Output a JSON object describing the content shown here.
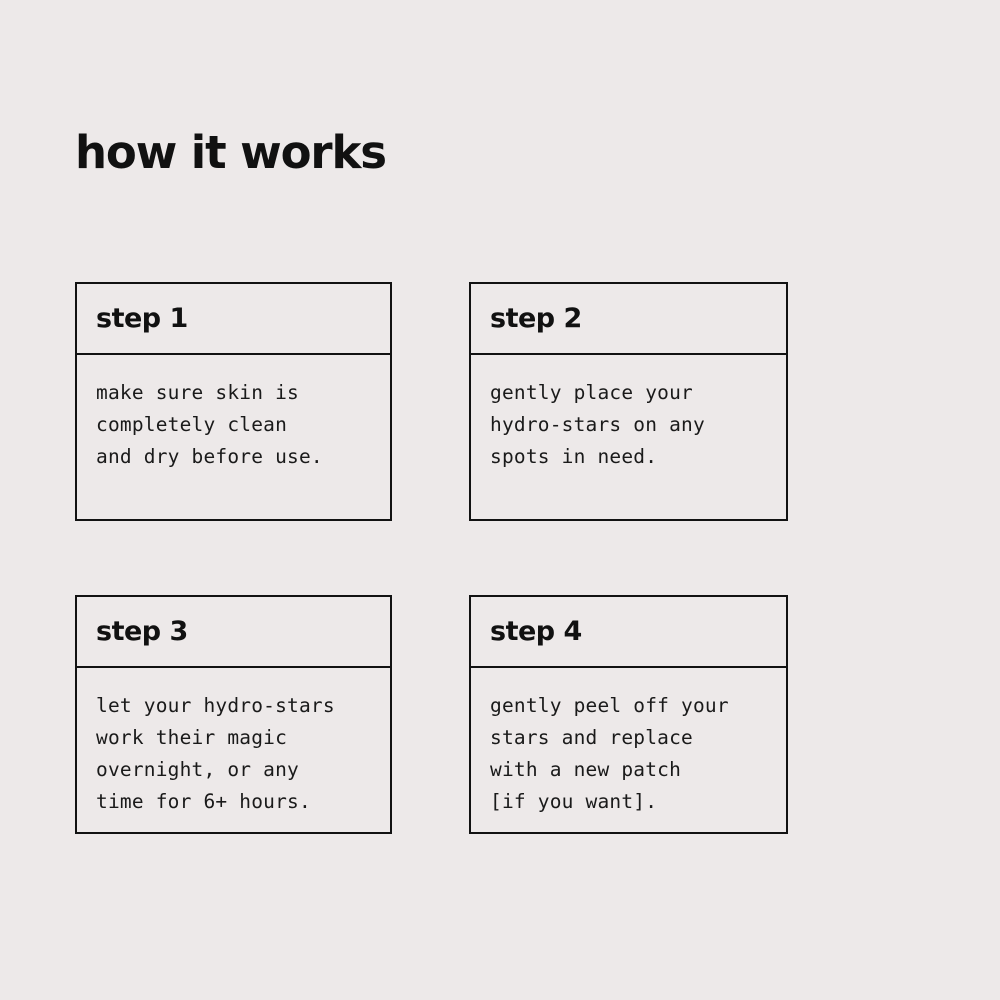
{
  "page": {
    "background_color": "#ede9e9",
    "text_color": "#111111",
    "border_color": "#121212",
    "title": "how it works"
  },
  "steps": [
    {
      "id": "step-1",
      "header": "step 1",
      "lines": [
        "make sure skin is",
        "completely clean",
        "and dry before use."
      ]
    },
    {
      "id": "step-2",
      "header": "step 2",
      "lines": [
        "gently place your",
        "hydro-stars on any",
        "spots in need."
      ]
    },
    {
      "id": "step-3",
      "header": "step 3",
      "lines": [
        "let your hydro-stars",
        "work their magic",
        "overnight, or any",
        "time for 6+ hours."
      ]
    },
    {
      "id": "step-4",
      "header": "step 4",
      "lines": [
        "gently peel off your",
        "stars and replace",
        "with a new patch",
        "[if you want]."
      ]
    }
  ]
}
